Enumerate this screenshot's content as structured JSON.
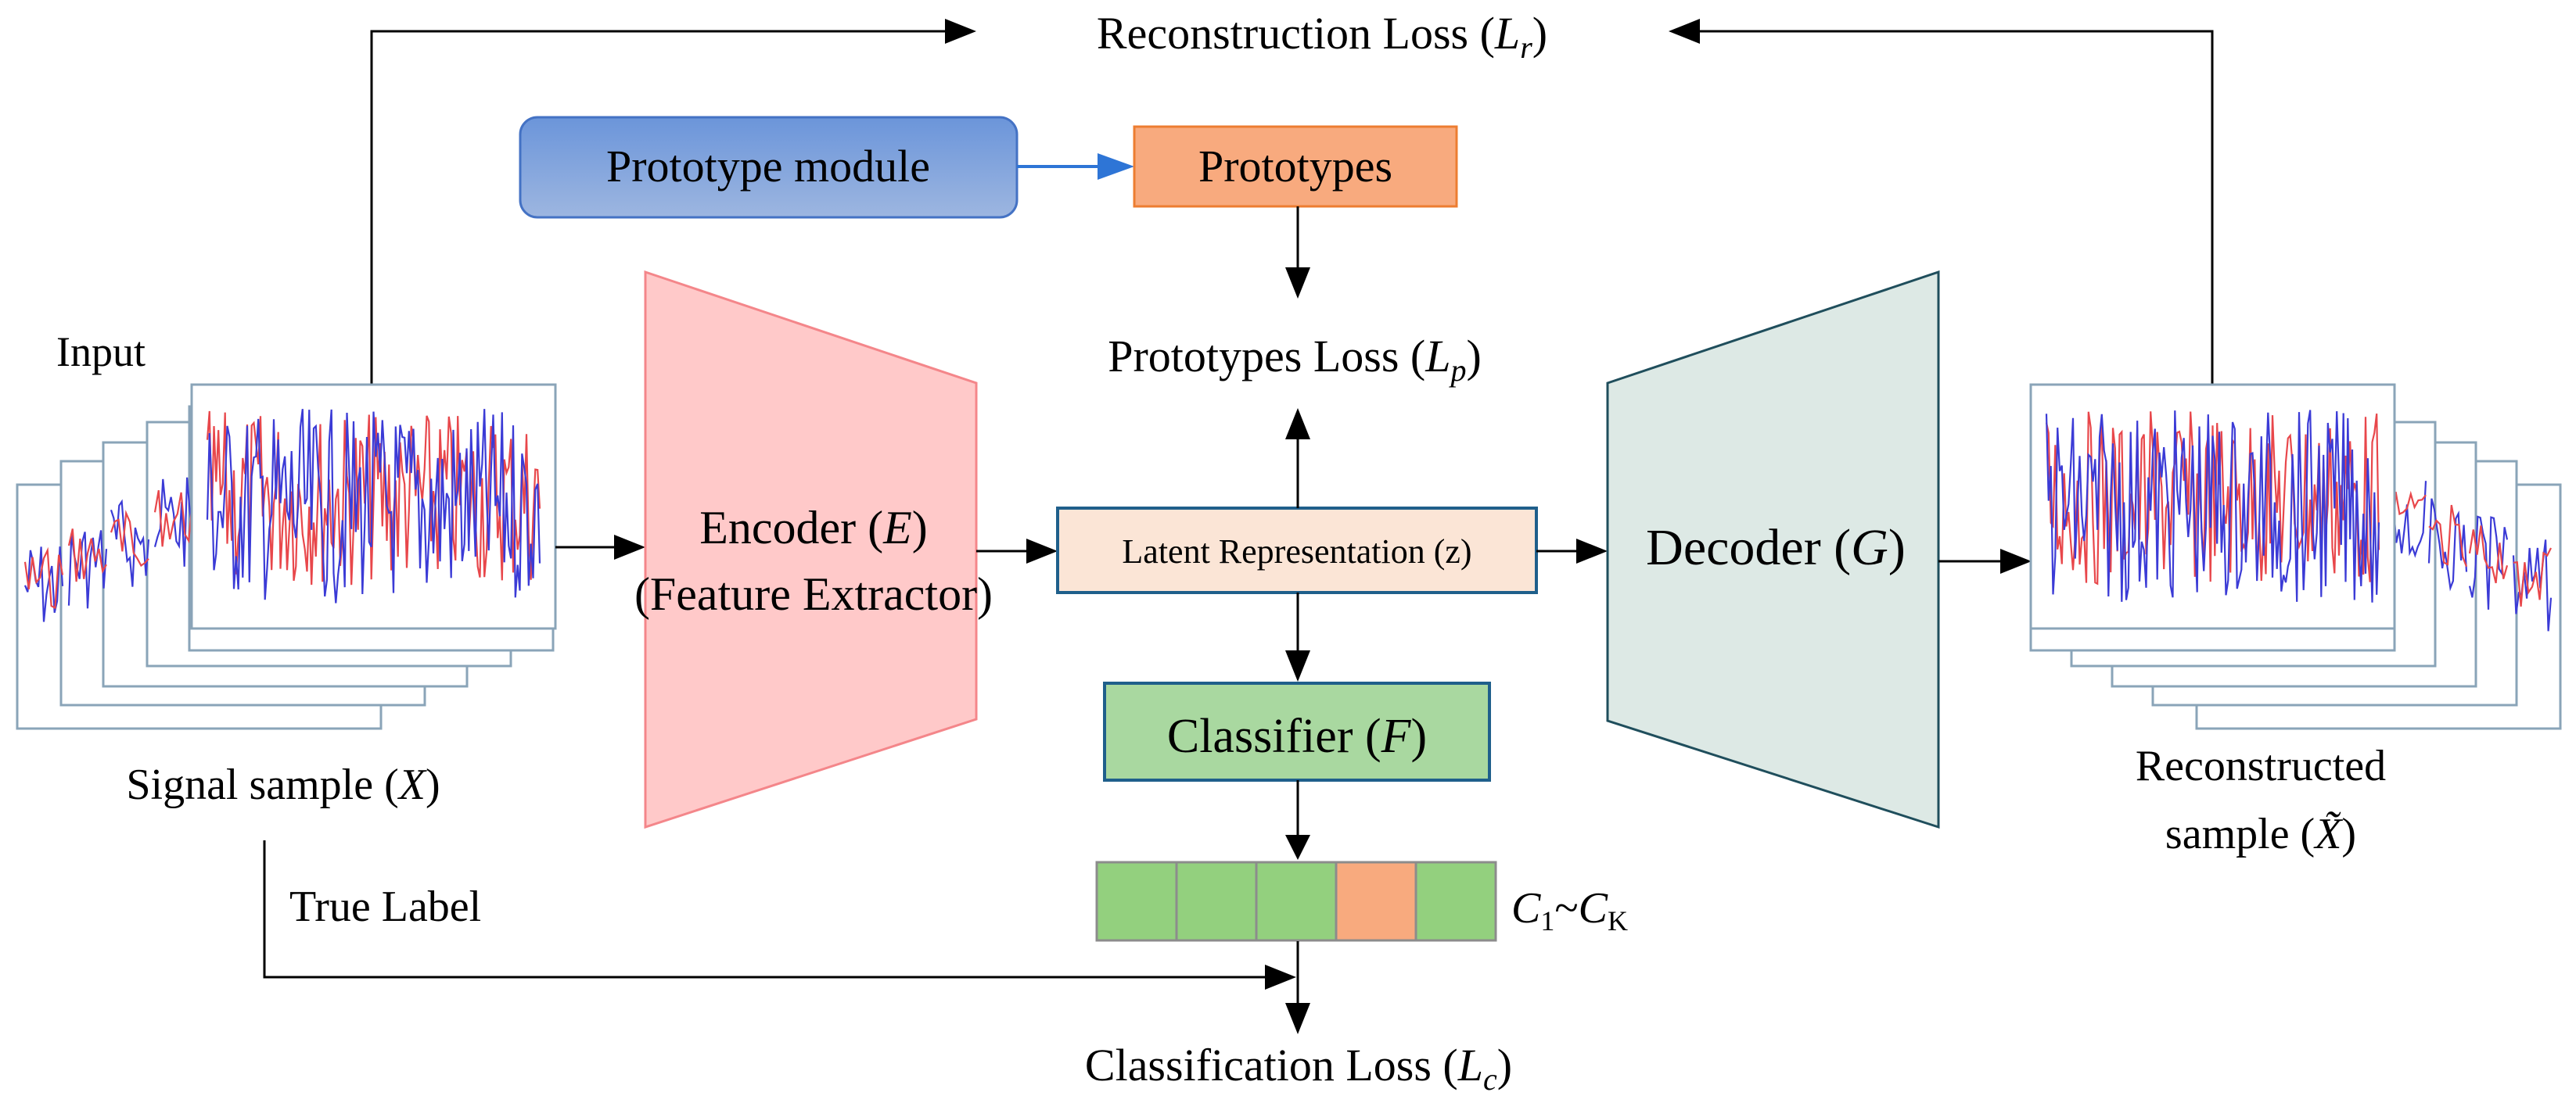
{
  "labels": {
    "reconstruction_loss": "Reconstruction Loss (",
    "reconstruction_loss_sym": "L",
    "reconstruction_loss_sub": "r",
    "prototype_module": "Prototype module",
    "prototypes": "Prototypes",
    "prototypes_loss": "Prototypes Loss (",
    "prototypes_loss_sym": "L",
    "prototypes_loss_sub": "p",
    "input": "Input",
    "signal_sample": "Signal sample (",
    "signal_sample_sym": "X",
    "encoder_line1": "Encoder (",
    "encoder_sym": "E",
    "encoder_line2": "(Feature Extractor)",
    "latent": "Latent Representation (z)",
    "decoder": "Decoder (",
    "decoder_sym": "G",
    "classifier": "Classifier (",
    "classifier_sym": "F",
    "class_range_c1": "C",
    "class_range_sub1": "1",
    "class_range_tilde": "~",
    "class_range_ck": "C",
    "class_range_subk": "K",
    "reconstructed_line1": "Reconstructed",
    "reconstructed_line2": "sample (",
    "reconstructed_sym": "X̃",
    "true_label": "True Label",
    "classification_loss": "Classification Loss (",
    "classification_loss_sym": "L",
    "classification_loss_sub": "c",
    "close_paren": ")"
  },
  "class_cells": [
    "green",
    "green",
    "green",
    "orange",
    "green"
  ],
  "colors": {
    "prototype_module_fill": "#7FA3DB",
    "prototype_module_stroke": "#4472C4",
    "prototypes_fill": "#F8AA7E",
    "prototypes_stroke": "#ED7D31",
    "encoder_fill": "#FFC9C9",
    "encoder_stroke": "#F4868A",
    "decoder_fill": "#DDE9E5",
    "decoder_stroke": "#1F4E5C",
    "latent_fill": "#FBE5D6",
    "latent_stroke": "#1F5F8B",
    "classifier_fill": "#A9D8A0",
    "classifier_stroke": "#1F5F8B",
    "cell_green": "#93D07E",
    "cell_orange": "#F8AA7E",
    "signal_red": "#E8474B",
    "signal_blue": "#3B3BD6",
    "frame_stroke": "#8AA4B8",
    "blue_arrow": "#2E75D6"
  }
}
